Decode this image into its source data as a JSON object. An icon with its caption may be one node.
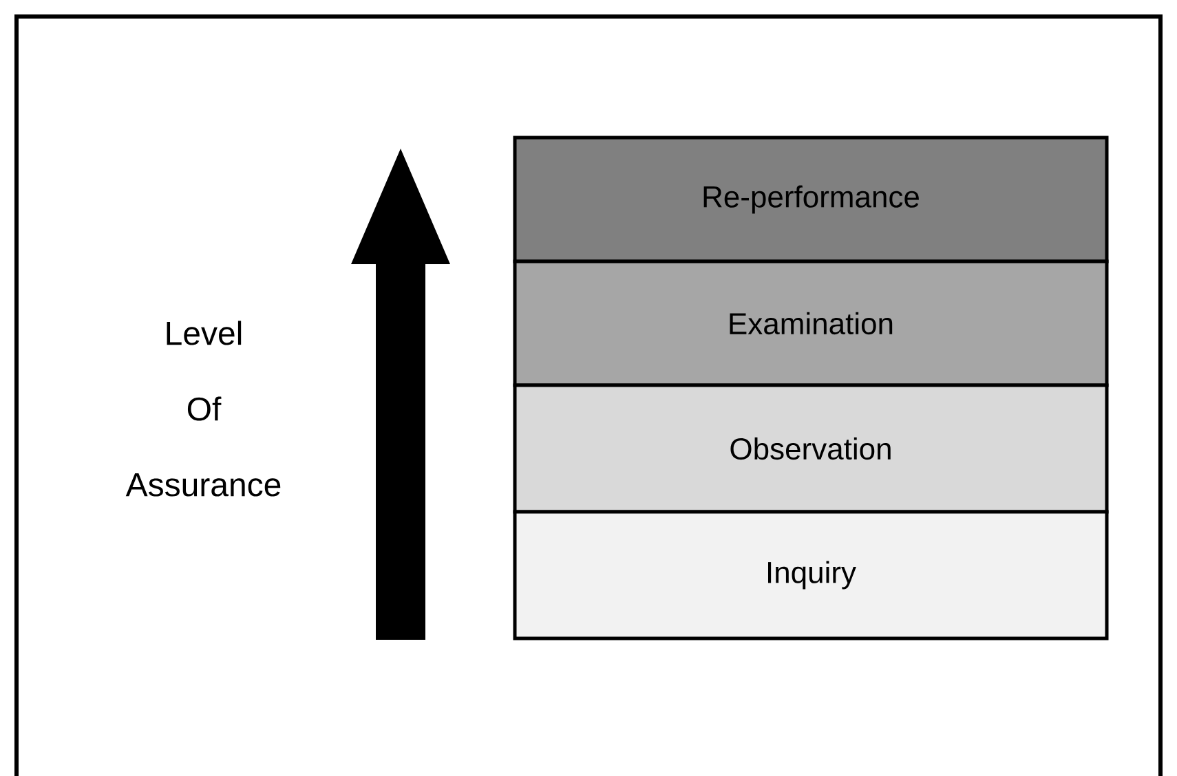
{
  "diagram": {
    "nodes": [
      {
        "text": [
          "Re-performance"
        ]
      },
      {
        "text": [
          "Examination"
        ]
      },
      {
        "text": [
          "Observation"
        ]
      },
      {
        "text": [
          "Inquiry"
        ]
      }
    ],
    "labels": [
      "Level Of Assurance"
    ]
  }
}
